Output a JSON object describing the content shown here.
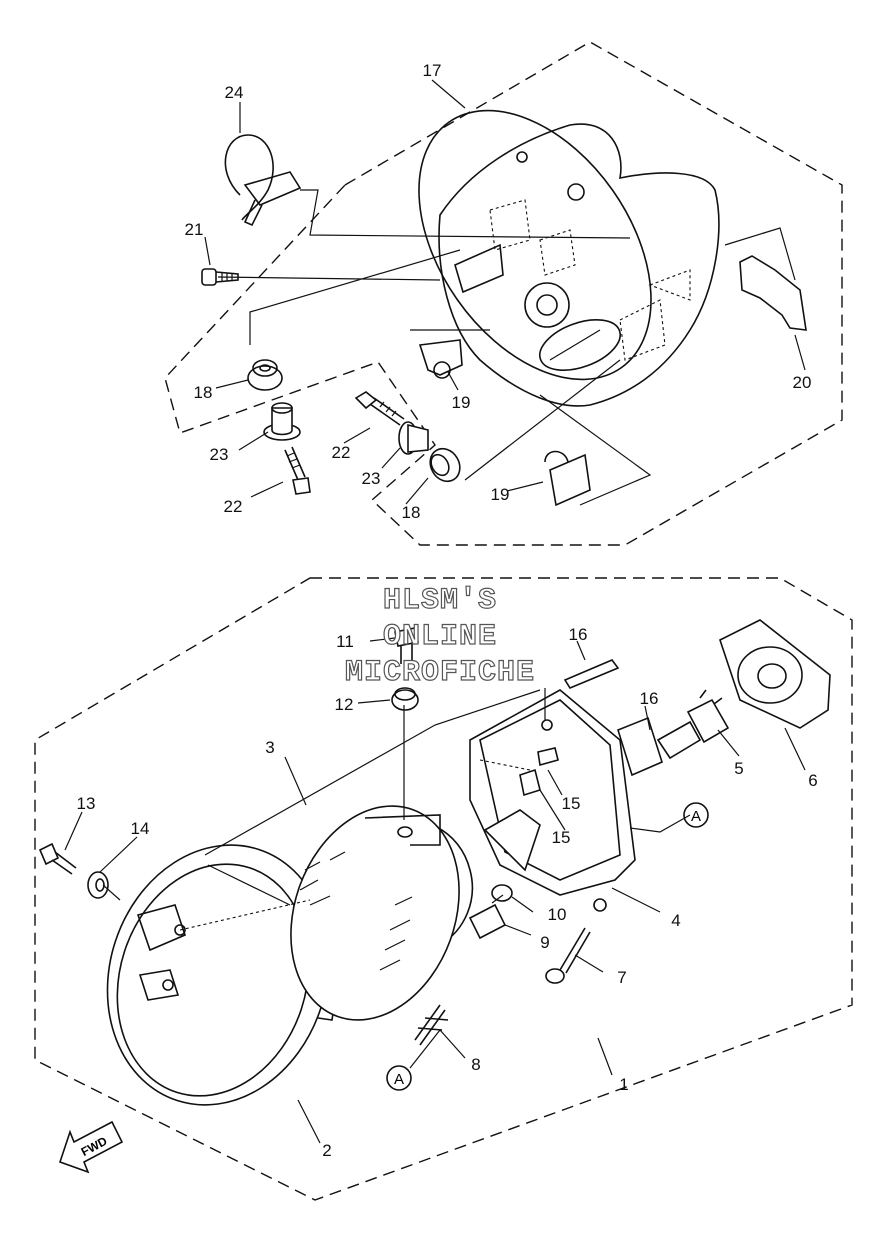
{
  "watermark": [
    "HLSM'S",
    "ONLINE",
    "MICROFICHE"
  ],
  "direction_marker": "FWD",
  "reference_marker": "A",
  "part_labels": {
    "p1": "1",
    "p2": "2",
    "p3": "3",
    "p4": "4",
    "p5": "5",
    "p6": "6",
    "p7": "7",
    "p8": "8",
    "p9": "9",
    "p10": "10",
    "p11": "11",
    "p12": "12",
    "p13": "13",
    "p14": "14",
    "p15a": "15",
    "p15b": "15",
    "p16a": "16",
    "p16b": "16",
    "p17": "17",
    "p18a": "18",
    "p18b": "18",
    "p19a": "19",
    "p19b": "19",
    "p20": "20",
    "p21": "21",
    "p22a": "22",
    "p22b": "22",
    "p23a": "23",
    "p23b": "23",
    "p24": "24"
  }
}
